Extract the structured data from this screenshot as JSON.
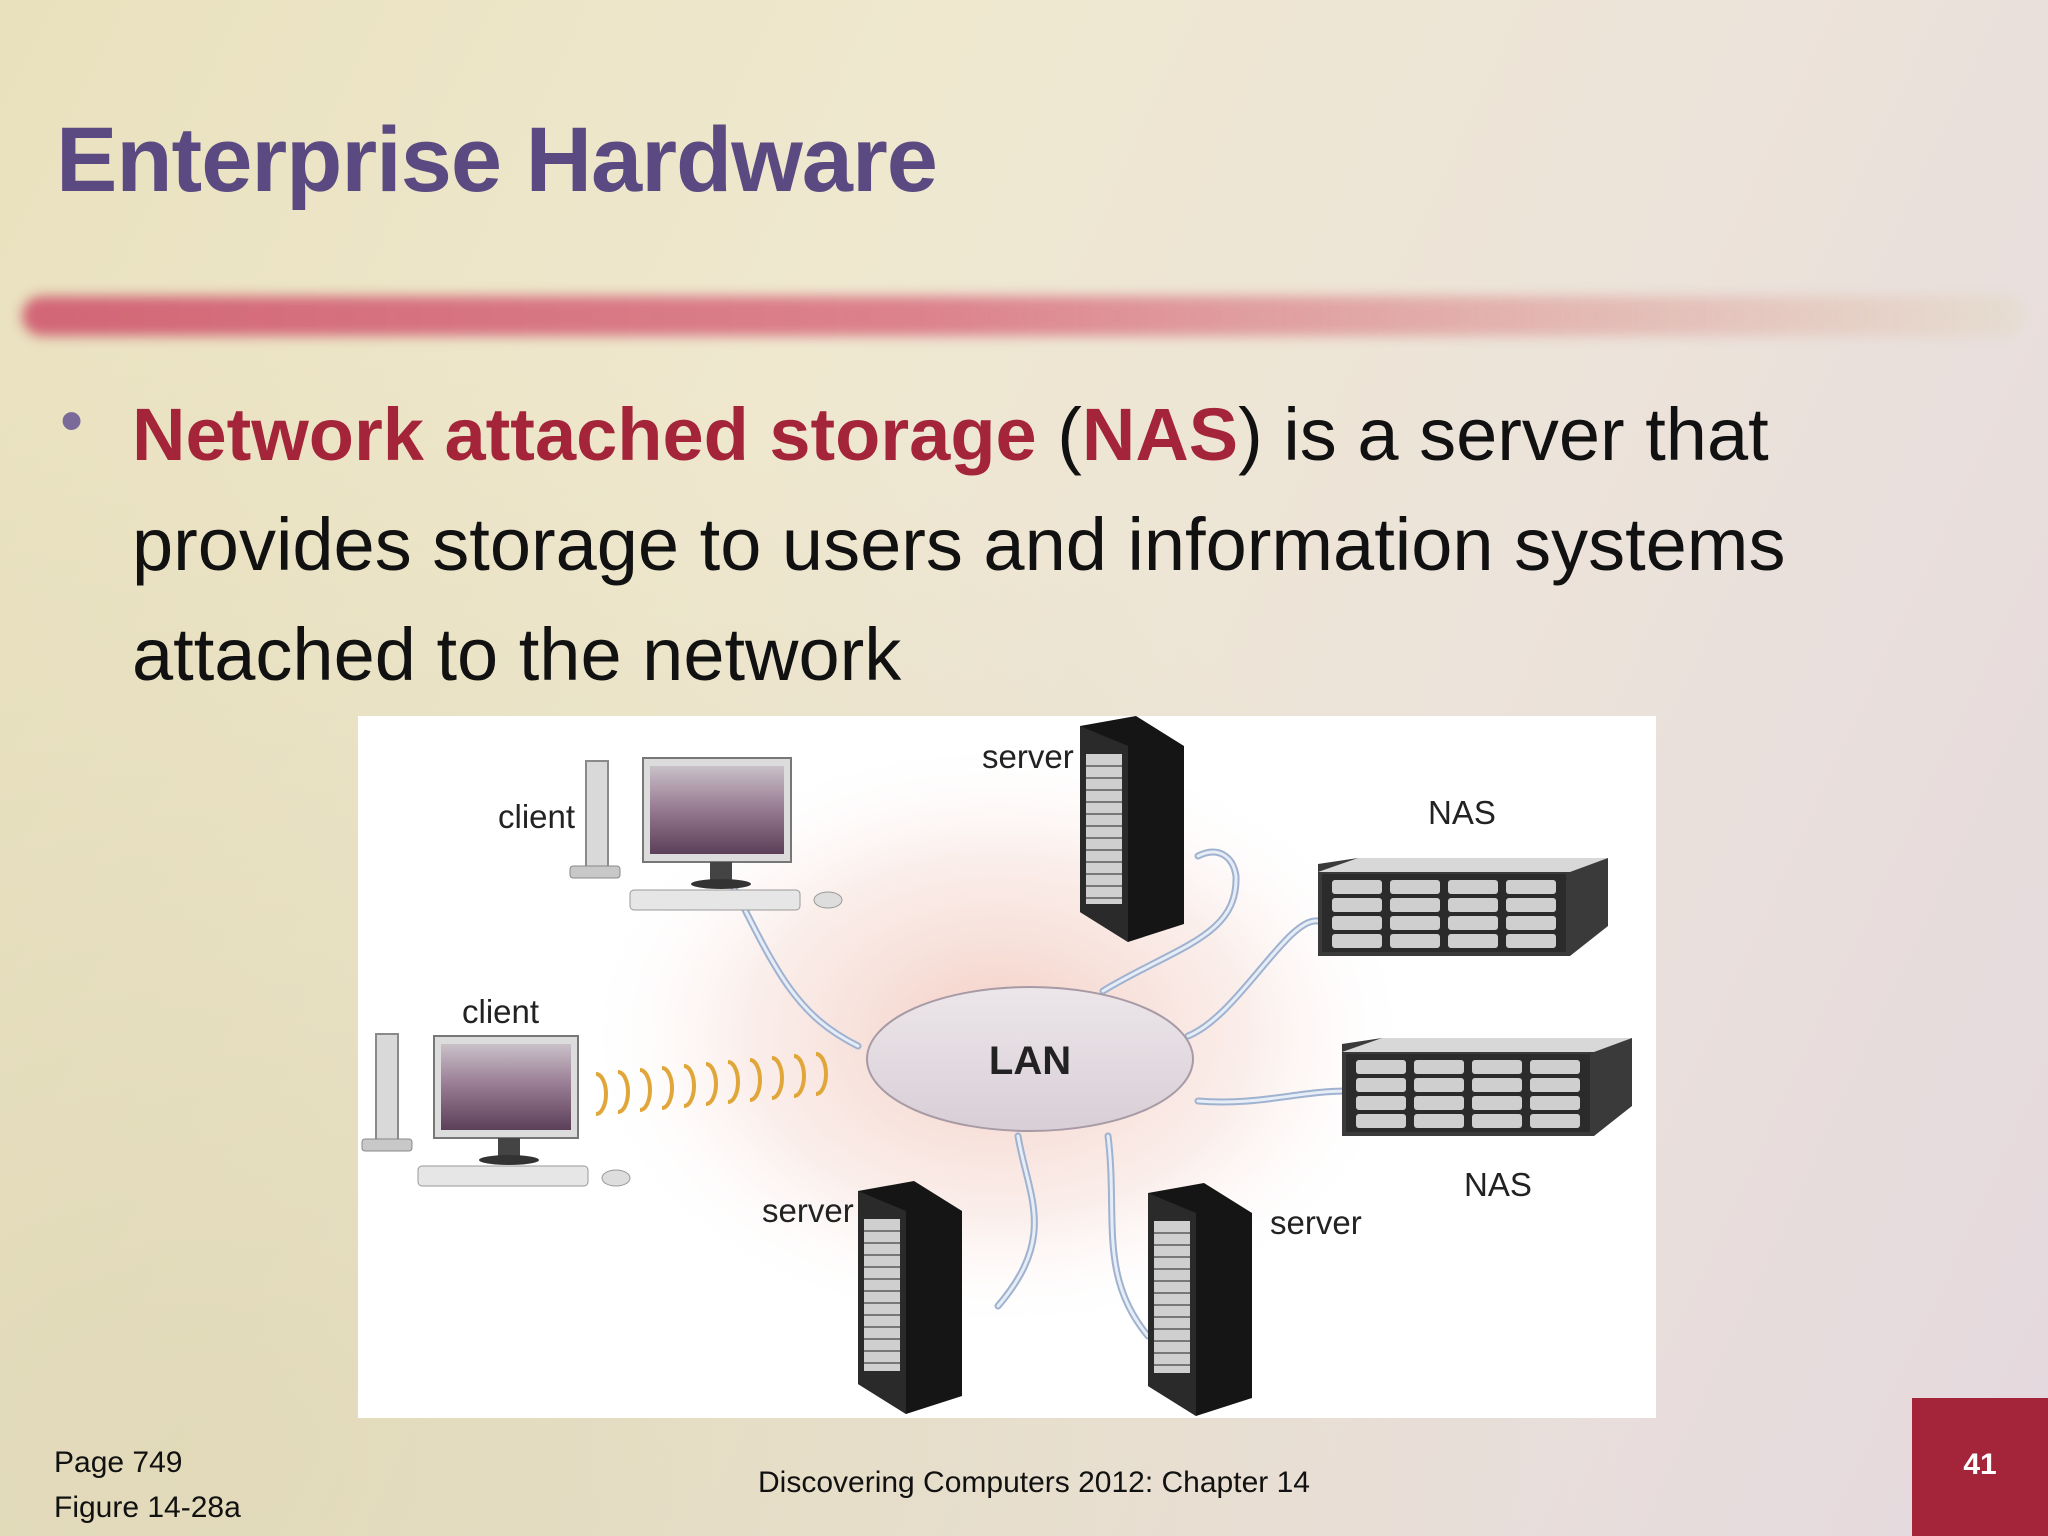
{
  "slide": {
    "title": "Enterprise Hardware",
    "bullet": {
      "term": "Network attached storage",
      "open_paren": " (",
      "abbr": "NAS",
      "rest": ") is a server that provides storage to users and information systems attached to the network"
    },
    "figure": {
      "labels": {
        "client_top": "client",
        "client_left": "client",
        "server_top": "server",
        "server_bottom_left": "server",
        "server_bottom_right": "server",
        "nas_top": "NAS",
        "nas_bottom": "NAS",
        "lan": "LAN"
      }
    },
    "footer": {
      "page": "Page 749",
      "figure_ref": "Figure 14-28a",
      "center": "Discovering Computers 2012: Chapter 14",
      "slide_number": "41"
    },
    "colors": {
      "title": "#5b4a82",
      "highlight": "#a42539",
      "accent_box": "#a42539"
    }
  }
}
